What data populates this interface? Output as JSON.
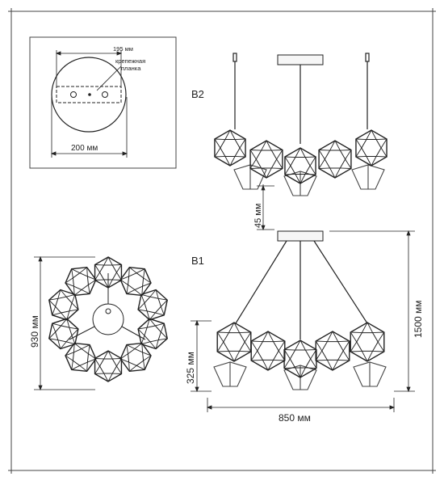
{
  "mount_detail": {
    "plate_length": "195 мм",
    "plate_name_line1": "крепежная",
    "plate_name_line2": "планка",
    "canopy_diameter": "200 мм"
  },
  "variant_b2": {
    "label": "B2",
    "drop_dimension": "45 мм"
  },
  "variant_b1": {
    "label": "B1",
    "height_dimension": "1500 мм",
    "body_height_dimension": "325 мм",
    "width_dimension": "850 мм"
  },
  "top_view": {
    "diameter_dimension": "930 мм"
  },
  "colors": {
    "line": "#222222",
    "frame": "#444444",
    "canopy_fill": "#f6f6f6"
  }
}
